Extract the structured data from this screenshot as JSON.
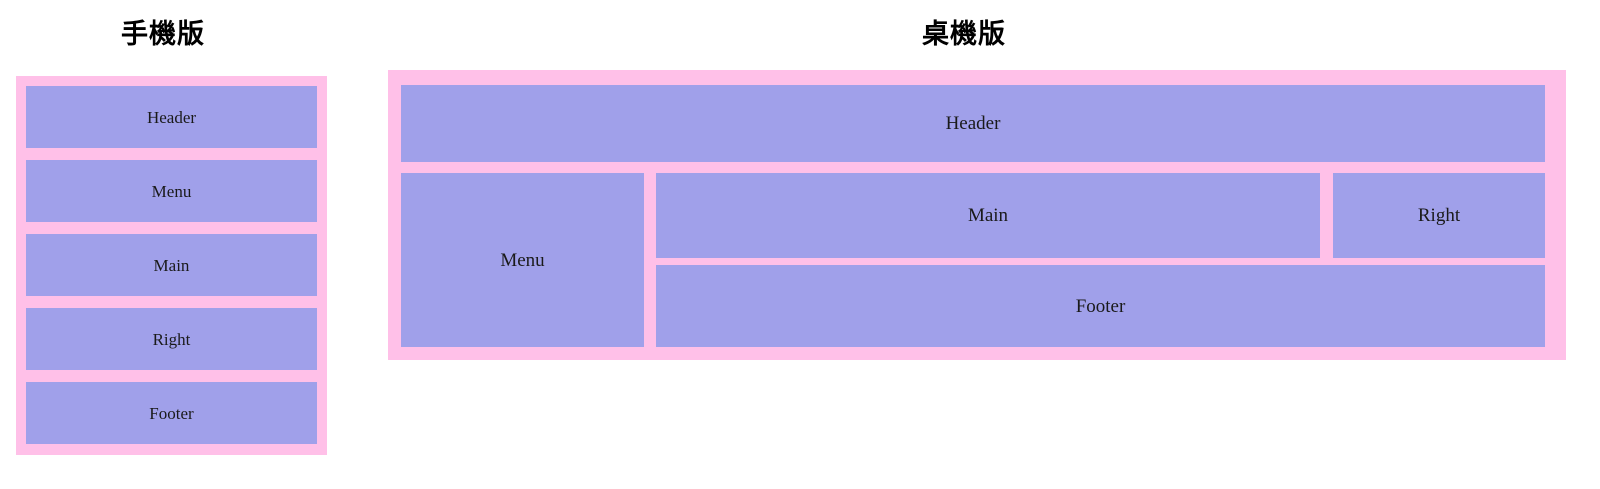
{
  "page": {
    "background_color": "#ffffff",
    "title_color": "#000000"
  },
  "palette": {
    "container_pink": "#ffc0e8",
    "block_purple": "#a0a0ea",
    "block_text": "#1a1a1a"
  },
  "mobile": {
    "title": "手機版",
    "blocks": [
      {
        "key": "header",
        "label": "Header"
      },
      {
        "key": "menu",
        "label": "Menu"
      },
      {
        "key": "main",
        "label": "Main"
      },
      {
        "key": "right",
        "label": "Right"
      },
      {
        "key": "footer",
        "label": "Footer"
      }
    ]
  },
  "desktop": {
    "title": "桌機版",
    "blocks": [
      {
        "key": "header",
        "label": "Header"
      },
      {
        "key": "menu",
        "label": "Menu"
      },
      {
        "key": "main",
        "label": "Main"
      },
      {
        "key": "right",
        "label": "Right"
      },
      {
        "key": "footer",
        "label": "Footer"
      }
    ]
  }
}
